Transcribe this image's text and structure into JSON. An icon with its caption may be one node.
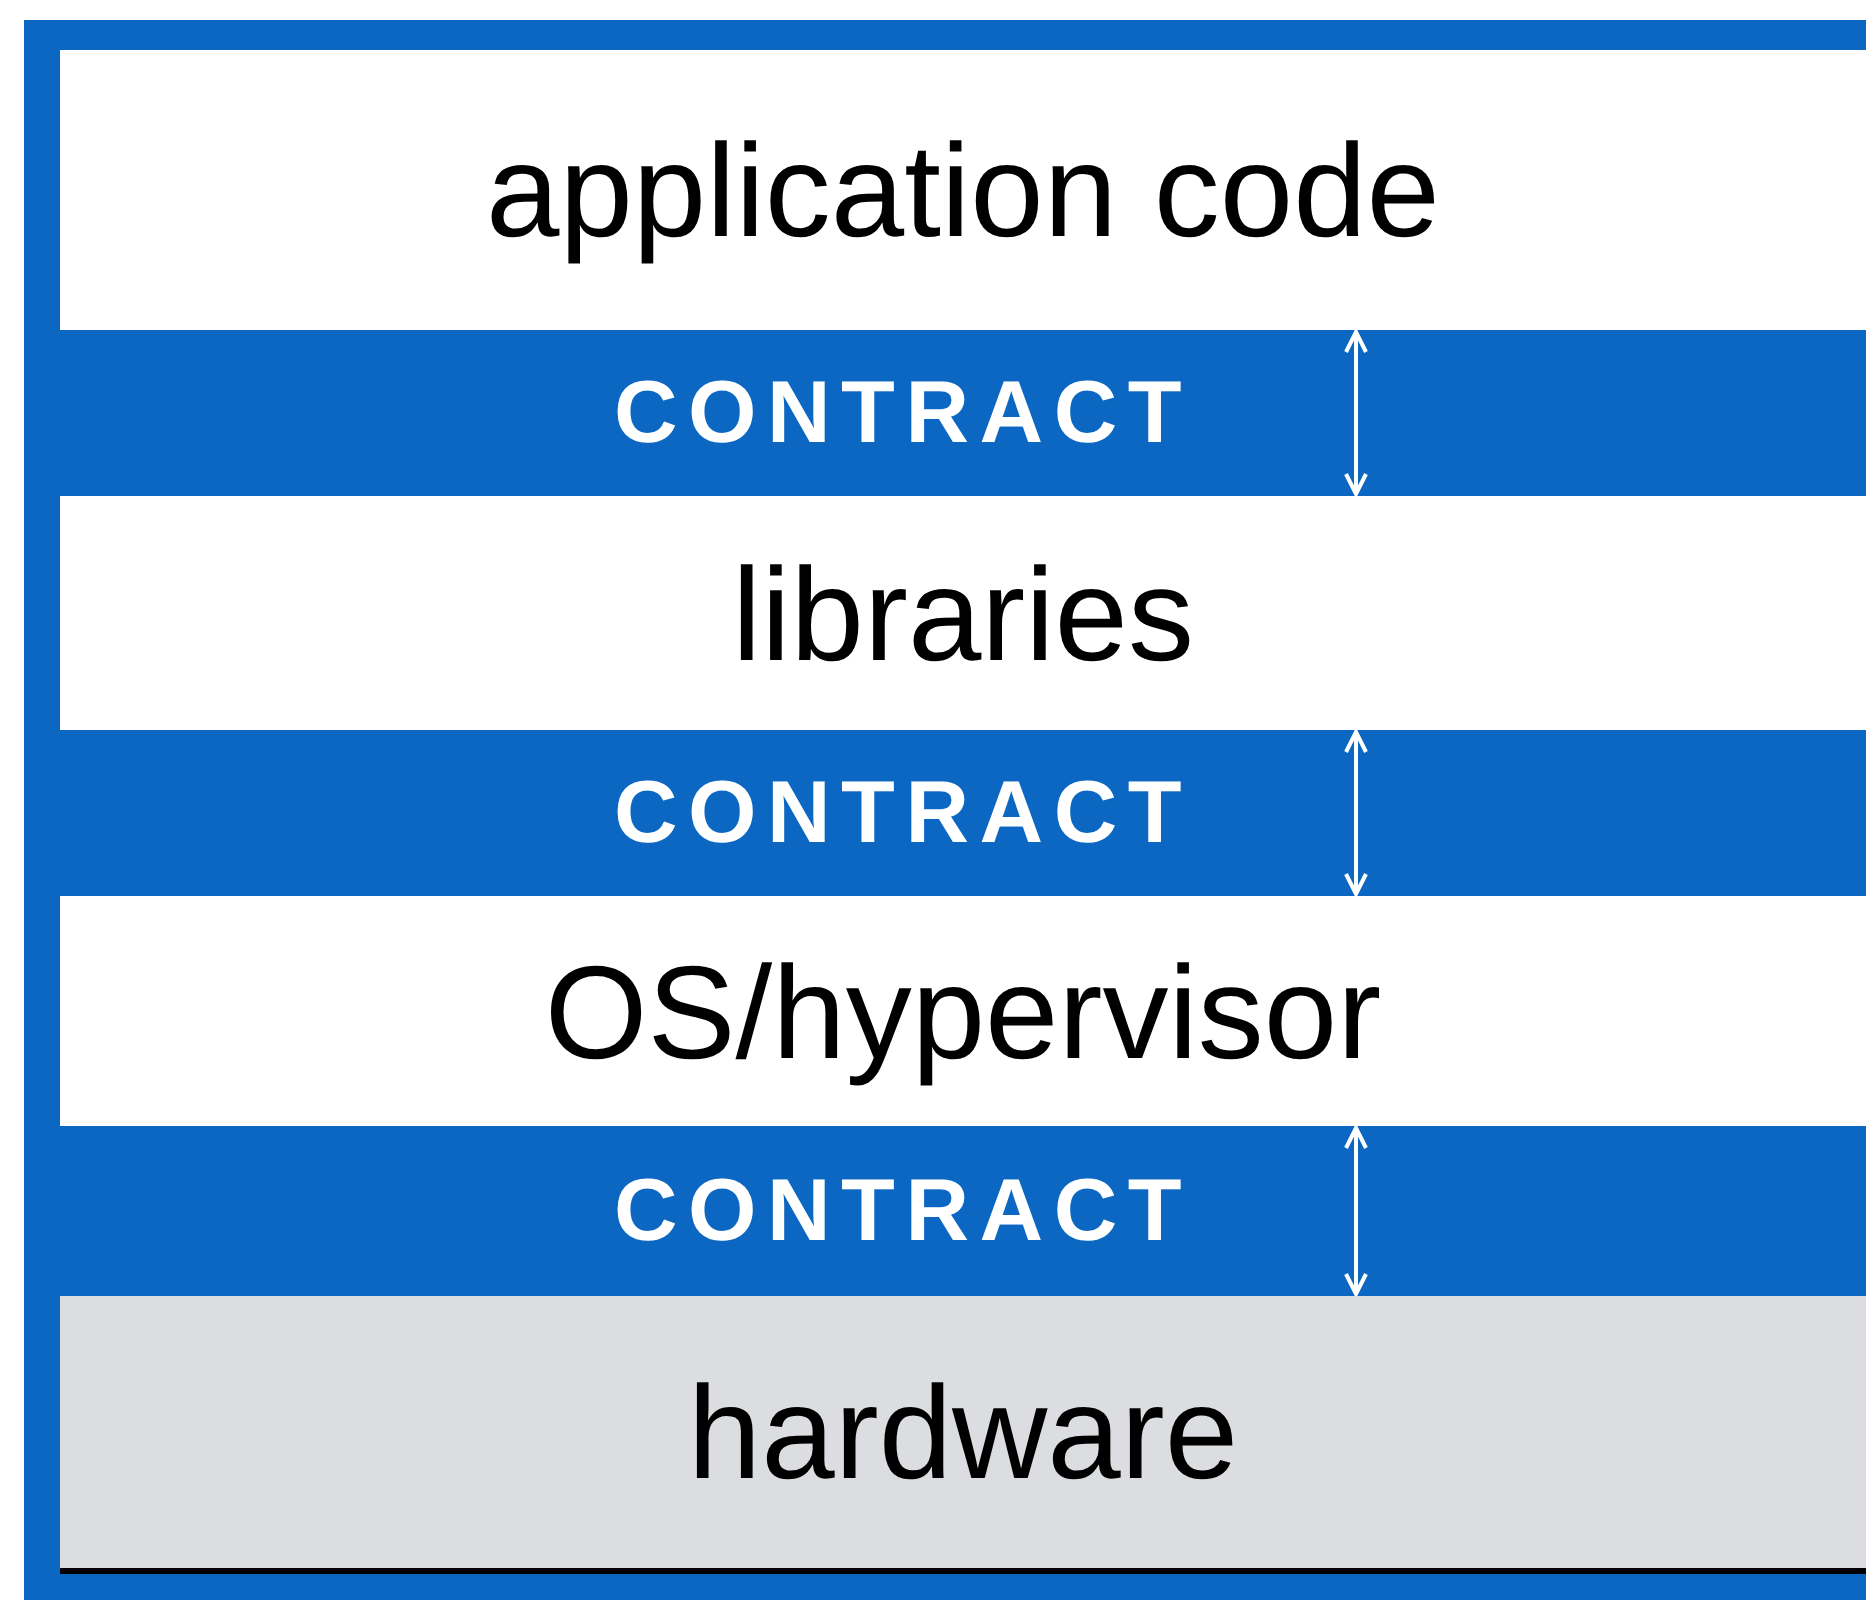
{
  "diagram": {
    "nodes": [
      {
        "text": [
          "application code"
        ]
      },
      {
        "text": [
          "CONTRACT"
        ]
      },
      {
        "text": [
          "libraries"
        ]
      },
      {
        "text": [
          "CONTRACT"
        ]
      },
      {
        "text": [
          "OS/hypervisor"
        ]
      },
      {
        "text": [
          "CONTRACT"
        ]
      },
      {
        "text": [
          "hardware"
        ]
      }
    ],
    "edges": [
      {
        "from": 0,
        "to": 2,
        "arrow": "both"
      },
      {
        "from": 2,
        "to": 4,
        "arrow": "both"
      },
      {
        "from": 4,
        "to": 6,
        "arrow": "both"
      }
    ]
  }
}
